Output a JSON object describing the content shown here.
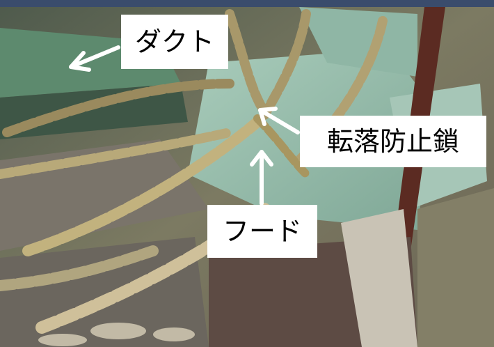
{
  "labels": {
    "duct": "ダクト",
    "fall_prevention_chain": "転落防止鎖",
    "hood": "フード"
  },
  "colors": {
    "label_background": "#ffffff",
    "label_text": "#000000",
    "arrow": "#ffffff",
    "top_band": "#3a4c6c"
  }
}
